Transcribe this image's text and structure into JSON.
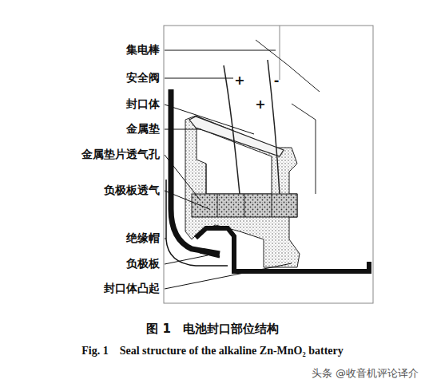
{
  "diagram": {
    "caption": "图 1　电池封口部位结构",
    "labels": [
      "集电棒",
      "安全阀",
      "封口体",
      "金属垫",
      "金属垫片透气孔",
      "负极板透气",
      "绝缘帽",
      "负极板",
      "封口体凸起",
      "+",
      "-",
      "+",
      "Fig. 1　Seal structure of the alkaline Zn-MnO₂ battery",
      "头条 @收音机评论译介"
    ]
  }
}
